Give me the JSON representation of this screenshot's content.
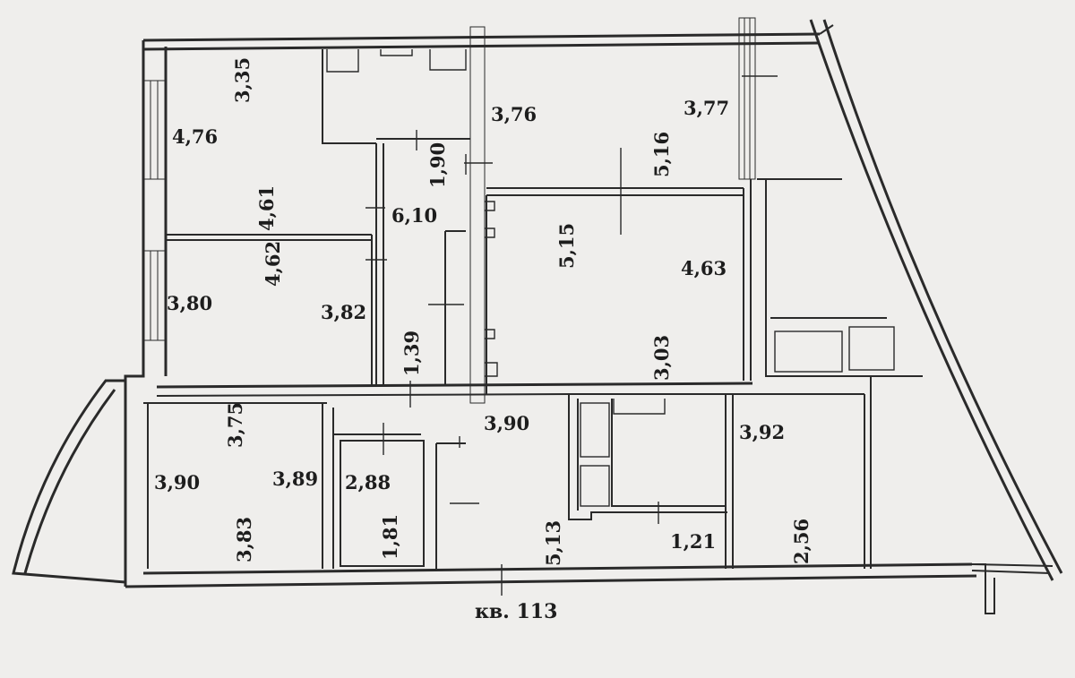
{
  "plan": {
    "apartment_label": "кв. 113",
    "dimensions": [
      "3,35",
      "4,76",
      "4,61",
      "1,90",
      "6,10",
      "3,76",
      "3,77",
      "5,16",
      "5,15",
      "4,63",
      "4,62",
      "3,80",
      "3,82",
      "1,39",
      "3,03",
      "3,75",
      "3,90",
      "3,89",
      "2,88",
      "1,81",
      "3,90",
      "5,13",
      "3,92",
      "1,21",
      "2,56",
      "3,83"
    ]
  },
  "colors": {
    "paper": "#efeeec",
    "ink": "#2a2a2a"
  }
}
